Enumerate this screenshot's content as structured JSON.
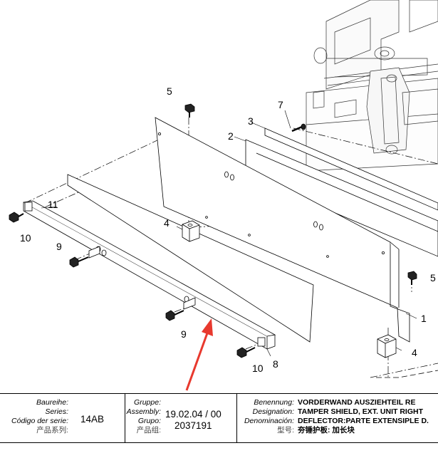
{
  "callouts": {
    "c1": "1",
    "c2": "2",
    "c3": "3",
    "c4a": "4",
    "c4b": "4",
    "c5a": "5",
    "c5b": "5",
    "c7": "7",
    "c8": "8",
    "c9a": "9",
    "c9b": "9",
    "c10a": "10",
    "c10b": "10",
    "c11": "11"
  },
  "title_block": {
    "series_labels": [
      "Baureihe:",
      "Series:",
      "Código der serie:",
      "产品系列:"
    ],
    "series_value": "14AB",
    "group_labels": [
      "Gruppe:",
      "Assembly:",
      "Grupo:",
      "产品组:"
    ],
    "group_value": "19.02.04 / 00",
    "part_number": "2037191",
    "name_labels": [
      "Benennung:",
      "Designation:",
      "Denominación:",
      "型号:"
    ],
    "names": [
      "VORDERWAND AUSZIEHTEIL RE",
      "TAMPER SHIELD, EXT. UNIT RIGHT",
      "DEFLECTOR:PARTE EXTENSIPLE D.",
      "夯锤护板: 加长块"
    ]
  },
  "colors": {
    "arrow": "#e8392e",
    "line": "#000000",
    "machine": "#333333"
  }
}
